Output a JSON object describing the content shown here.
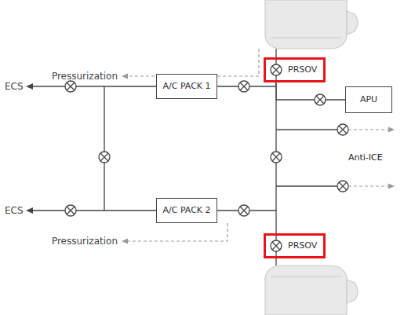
{
  "diagram": {
    "nodes": [
      {
        "text": [
          "PRSOV"
        ]
      },
      {
        "text": [
          "A/C PACK 1"
        ]
      },
      {
        "text": [
          "APU"
        ]
      },
      {
        "text": [
          "A/C PACK 2"
        ]
      },
      {
        "text": [
          "PRSOV"
        ]
      }
    ],
    "edges": [
      {
        "from": 0,
        "to": 1,
        "arrow": "none"
      },
      {
        "from": 0,
        "to": 2,
        "arrow": "none"
      },
      {
        "from": 1,
        "to": 3,
        "arrow": "none"
      },
      {
        "from": 4,
        "to": 3,
        "arrow": "none"
      }
    ],
    "labels": [
      "Pressurization",
      "ECS",
      "Anti-ICE",
      "ECS",
      "Pressurization"
    ]
  }
}
